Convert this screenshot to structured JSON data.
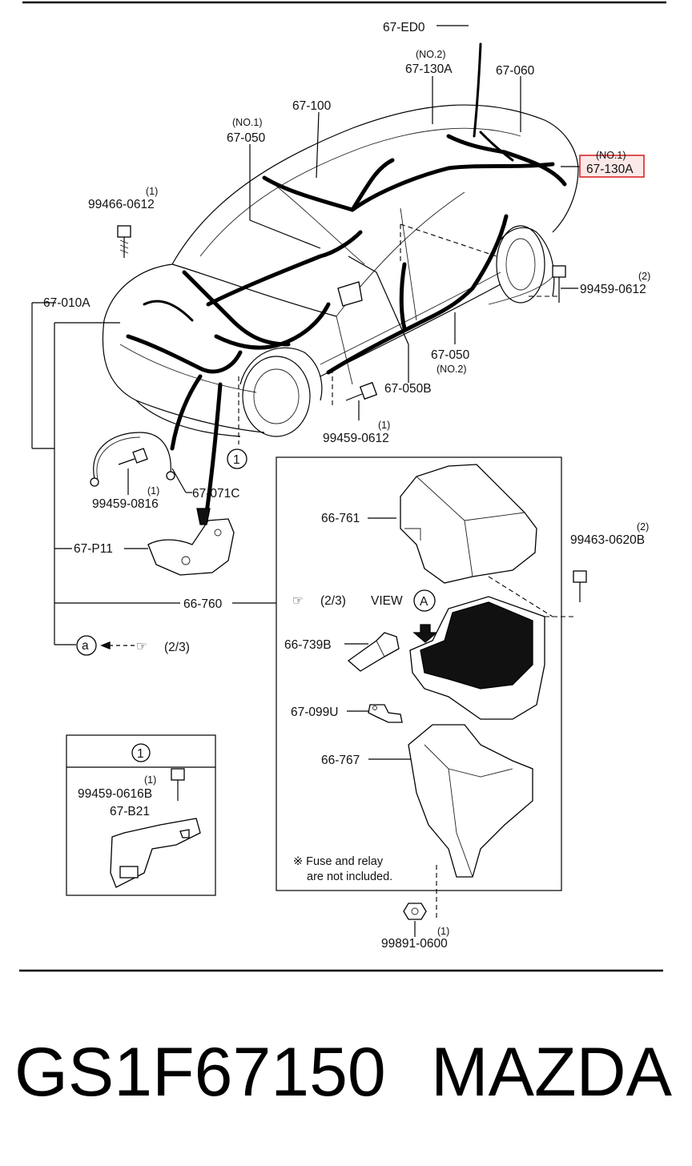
{
  "labels": {
    "ed0": "67-ED0",
    "no2_top": "(NO.2)",
    "p130a_no2": "67-130A",
    "p060": "67-060",
    "no1_top": "(NO.1)",
    "p130a_no1": "67-130A",
    "p100": "67-100",
    "no1_050": "(NO.1)",
    "p050_no1": "67-050",
    "q1_a": "(1)",
    "b99466": "99466-0612",
    "p010a": "67-010A",
    "q2_a": "(2)",
    "b99459_0612_r": "99459-0612",
    "p050_no2": "67-050",
    "no2_050": "(NO.2)",
    "p050b": "67-050B",
    "b99459_0612_b": "99459-0612",
    "q1_b": "(1)",
    "circle1": "1",
    "b99459_0816": "99459-0816",
    "q1_c": "(1)",
    "p071c": "67-071C",
    "pP11": "67-P11",
    "p66_760": "66-760",
    "circle_a": "a",
    "ref_23_a": "(2/3)",
    "p66_761": "66-761",
    "q2_b": "(2)",
    "b99463": "99463-0620B",
    "ref_23_b": "(2/3)",
    "view": "VIEW",
    "view_a": "A",
    "p66_739b": "66-739B",
    "p67_099u": "67-099U",
    "p66_767": "66-767",
    "fuse_note_1": "※ Fuse and relay",
    "fuse_note_2": "are not included.",
    "b99891": "99891-0600",
    "q1_d": "(1)",
    "inset_title": "1",
    "q1_e": "(1)",
    "b99459_0616b": "99459-0616B",
    "p67_b21": "67-B21"
  },
  "footer": {
    "part_number": "GS1F67150",
    "brand": "MAZDA"
  },
  "colors": {
    "highlight": "#d62828",
    "highlight_fill": "#fde8e8"
  }
}
